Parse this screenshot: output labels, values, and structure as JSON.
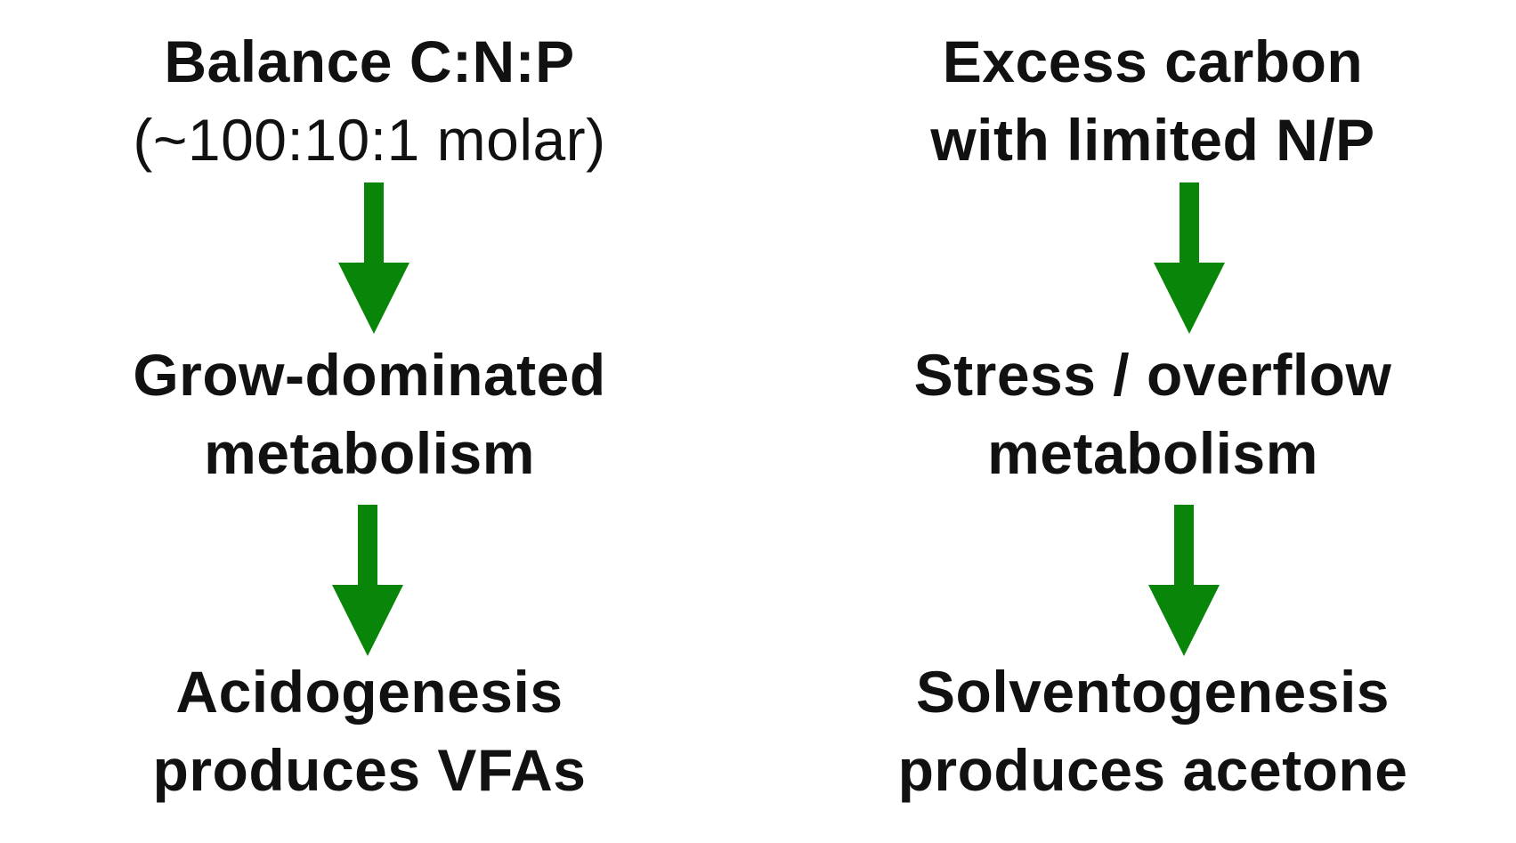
{
  "colors": {
    "arrow": "#098609",
    "text": "#111111",
    "background": "#ffffff"
  },
  "left": {
    "top_line1": "Balance C:N:P",
    "top_line2": "(~100:10:1 molar)",
    "middle_line1": "Grow-dominated",
    "middle_line2": "metabolism",
    "bottom_line1": "Acidogenesis",
    "bottom_line2": "produces VFAs"
  },
  "right": {
    "top_line1": "Excess carbon",
    "top_line2": "with limited N/P",
    "middle_line1": "Stress / overflow",
    "middle_line2": "metabolism",
    "bottom_line1": "Solventogenesis",
    "bottom_line2": "produces acetone"
  }
}
